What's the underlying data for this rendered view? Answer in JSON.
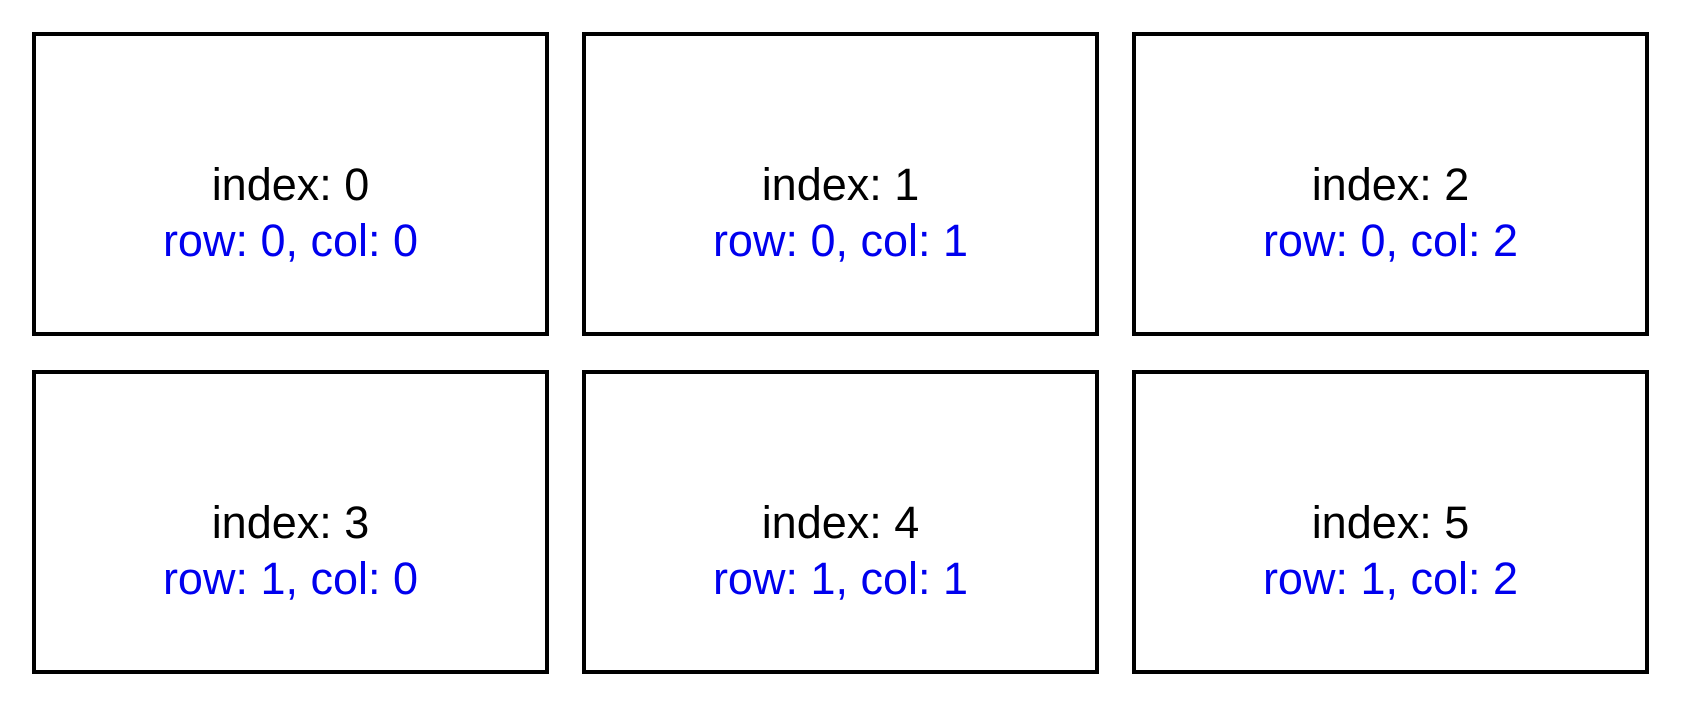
{
  "colors": {
    "background": "#ffffff",
    "border": "#000000",
    "index_text": "#000000",
    "coord_text": "#0000ee"
  },
  "grid": {
    "rows": 2,
    "cols": 3
  },
  "cells": [
    {
      "index_label": "index: 0",
      "coord_label": "row: 0, col: 0"
    },
    {
      "index_label": "index: 1",
      "coord_label": "row: 0, col: 1"
    },
    {
      "index_label": "index: 2",
      "coord_label": "row: 0, col: 2"
    },
    {
      "index_label": "index: 3",
      "coord_label": "row: 1, col: 0"
    },
    {
      "index_label": "index: 4",
      "coord_label": "row: 1, col: 1"
    },
    {
      "index_label": "index: 5",
      "coord_label": "row: 1, col: 2"
    }
  ]
}
